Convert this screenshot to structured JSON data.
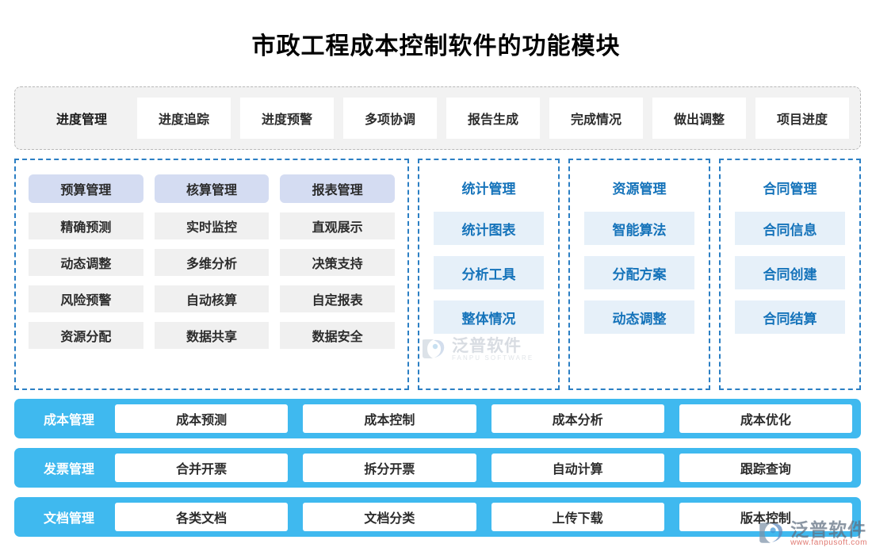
{
  "title": "市政工程成本控制软件的功能模块",
  "progress_strip": {
    "label": "进度管理",
    "items": [
      {
        "label": "进度追踪"
      },
      {
        "label": "进度预警"
      },
      {
        "label": "多项协调"
      },
      {
        "label": "报告生成"
      },
      {
        "label": "完成情况"
      },
      {
        "label": "做出调整"
      },
      {
        "label": "项目进度"
      }
    ]
  },
  "panel_wide": {
    "columns": [
      {
        "head": "预算管理",
        "items": [
          "精确预测",
          "动态调整",
          "风险预警",
          "资源分配"
        ]
      },
      {
        "head": "核算管理",
        "items": [
          "实时监控",
          "多维分析",
          "自动核算",
          "数据共享"
        ]
      },
      {
        "head": "报表管理",
        "items": [
          "直观展示",
          "决策支持",
          "自定报表",
          "数据安全"
        ]
      }
    ]
  },
  "panels_narrow": [
    {
      "title": "统计管理",
      "items": [
        "统计图表",
        "分析工具",
        "整体情况"
      ]
    },
    {
      "title": "资源管理",
      "items": [
        "智能算法",
        "分配方案",
        "动态调整"
      ]
    },
    {
      "title": "合同管理",
      "items": [
        "合同信息",
        "合同创建",
        "合同结算"
      ]
    }
  ],
  "bars": [
    {
      "label": "成本管理",
      "items": [
        "成本预测",
        "成本控制",
        "成本分析",
        "成本优化"
      ]
    },
    {
      "label": "发票管理",
      "items": [
        "合并开票",
        "拆分开票",
        "自动计算",
        "跟踪查询"
      ]
    },
    {
      "label": "文档管理",
      "items": [
        "各类文档",
        "文档分类",
        "上传下载",
        "版本控制"
      ]
    }
  ],
  "watermarks": {
    "center": {
      "cn": "泛普软件",
      "en": "FANPU SOFTWARE"
    },
    "corner": {
      "cn": "泛普软件",
      "en": "www.fanpusoft.com"
    }
  },
  "colors": {
    "bar_cyan": "#3fb9ef",
    "panel_border_blue": "#2b7fc4",
    "panel_title_blue": "#1573ba",
    "chip_head_lavender": "#d4dcf2",
    "chip_sub_gray": "#f0f0f0",
    "chip_blue_bg": "#e6f0f9",
    "strip_bg": "#f2f2f2",
    "strip_border": "#b8b8b8",
    "page_bg": "#ffffff",
    "title_color": "#000000"
  }
}
